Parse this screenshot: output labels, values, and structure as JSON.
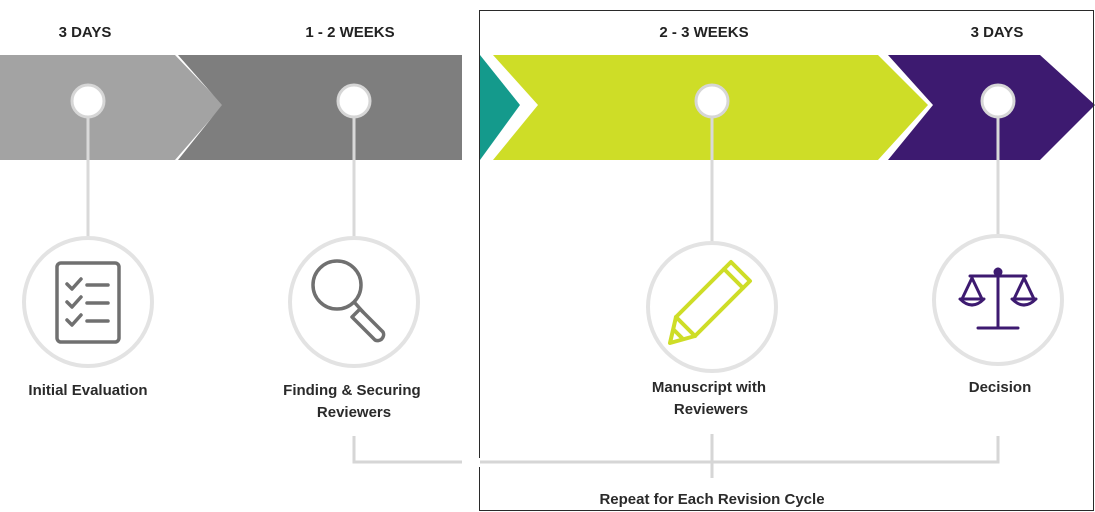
{
  "stages": [
    {
      "duration": "3 DAYS",
      "label_lines": [
        "Initial Evaluation"
      ],
      "color": "#a3a3a3",
      "icon": "checklist-icon"
    },
    {
      "duration": "1 - 2 WEEKS",
      "label_lines": [
        "Finding & Securing",
        "Reviewers"
      ],
      "color": "#7e7e7e",
      "icon": "magnifier-icon"
    },
    {
      "duration": "2 - 3 WEEKS",
      "label_lines": [
        "Manuscript with",
        "Reviewers"
      ],
      "color": "#cedd27",
      "icon": "pencil-icon"
    },
    {
      "duration": "3 DAYS",
      "label_lines": [
        "Decision"
      ],
      "color": "#3d1a70",
      "icon": "scales-icon"
    }
  ],
  "connector_color": "#149a8c",
  "cycle_label": "Repeat for Each Revision Cycle"
}
